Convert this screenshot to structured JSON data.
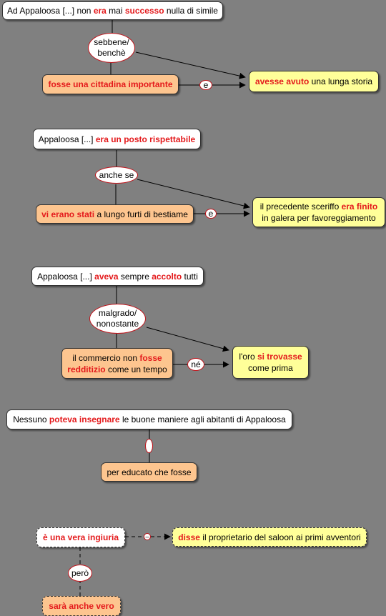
{
  "blocks": [
    {
      "main": [
        {
          "t": "Ad Appaloosa [...] non ",
          "h": false
        },
        {
          "t": "era",
          "h": true
        },
        {
          "t": " mai ",
          "h": false
        },
        {
          "t": "successo",
          "h": true
        },
        {
          "t": " nulla di simile",
          "h": false
        }
      ],
      "connector": "sebbene/ benchè",
      "sub": [
        {
          "t": "fosse una cittadina importante",
          "h": true
        }
      ],
      "and_label": "e",
      "result": [
        {
          "t": "avesse avuto",
          "h": true
        },
        {
          "t": " una lunga storia",
          "h": false
        }
      ]
    },
    {
      "main": [
        {
          "t": "Appaloosa [...] ",
          "h": false
        },
        {
          "t": "era un posto rispettabile",
          "h": true
        }
      ],
      "connector": "anche se",
      "sub": [
        {
          "t": "vi erano stati",
          "h": true
        },
        {
          "t": " a lungo furti di bestiame",
          "h": false
        }
      ],
      "and_label": "e",
      "result": [
        {
          "t": "il precedente sceriffo ",
          "h": false
        },
        {
          "t": "era finito",
          "h": true
        },
        {
          "t": " in galera per favoreggiamento",
          "h": false
        }
      ]
    },
    {
      "main": [
        {
          "t": "Appaloosa [...] ",
          "h": false
        },
        {
          "t": "aveva",
          "h": true
        },
        {
          "t": " sempre ",
          "h": false
        },
        {
          "t": "accolto",
          "h": true
        },
        {
          "t": " tutti",
          "h": false
        }
      ],
      "connector": "malgrado/ nonostante",
      "sub": [
        {
          "t": "il commercio non ",
          "h": false
        },
        {
          "t": "fosse redditizio",
          "h": true
        },
        {
          "t": " come un tempo",
          "h": false
        }
      ],
      "and_label": "né",
      "result": [
        {
          "t": "l'oro ",
          "h": false
        },
        {
          "t": "si trovasse",
          "h": true
        },
        {
          "t": " come prima",
          "h": false
        }
      ]
    },
    {
      "main": [
        {
          "t": "Nessuno ",
          "h": false
        },
        {
          "t": "poteva insegnare",
          "h": true
        },
        {
          "t": " le buone maniere agli abitanti di Appaloosa",
          "h": false
        }
      ],
      "connector": "",
      "sub": [
        {
          "t": "per educato che fosse",
          "h": false
        }
      ]
    },
    {
      "main": [
        {
          "t": "è una vera ingiuria",
          "h": true
        }
      ],
      "dash_label": "–",
      "speech": [
        {
          "t": "disse",
          "h": true
        },
        {
          "t": " il proprietario del saloon ai primi avventori",
          "h": false
        }
      ],
      "connector": "però",
      "sub": [
        {
          "t": "sarà anche vero",
          "h": true
        }
      ]
    }
  ],
  "colors": {
    "background": "#808080",
    "highlight": "#e41a1c",
    "main_box": "#ffffff",
    "sub_box": "#fdc58f",
    "result_box": "#ffff99"
  }
}
